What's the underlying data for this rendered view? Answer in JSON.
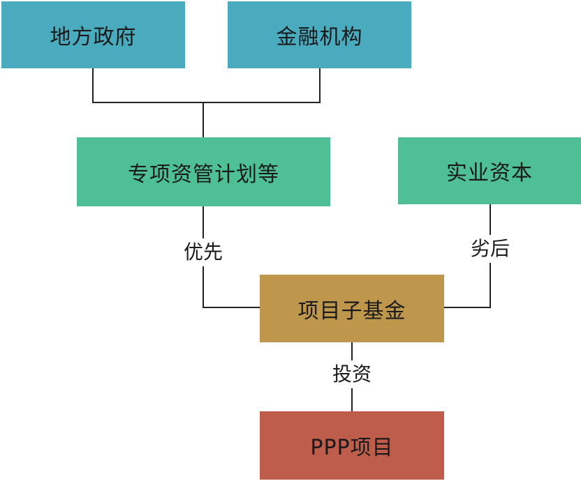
{
  "nodes": {
    "local_gov": {
      "label": "地方政府",
      "color": "#4aabbf"
    },
    "financial": {
      "label": "金融机构",
      "color": "#4aabbf"
    },
    "special_plan": {
      "label": "专项资管计划等",
      "color": "#4fc095"
    },
    "industrial": {
      "label": "实业资本",
      "color": "#4fc095"
    },
    "sub_fund": {
      "label": "项目子基金",
      "color": "#bf974c"
    },
    "ppp": {
      "label": "PPP项目",
      "color": "#bf5d4d"
    }
  },
  "edges": {
    "priority": "优先",
    "subordinate": "劣后",
    "invest": "投资"
  },
  "line_color": "#222222"
}
